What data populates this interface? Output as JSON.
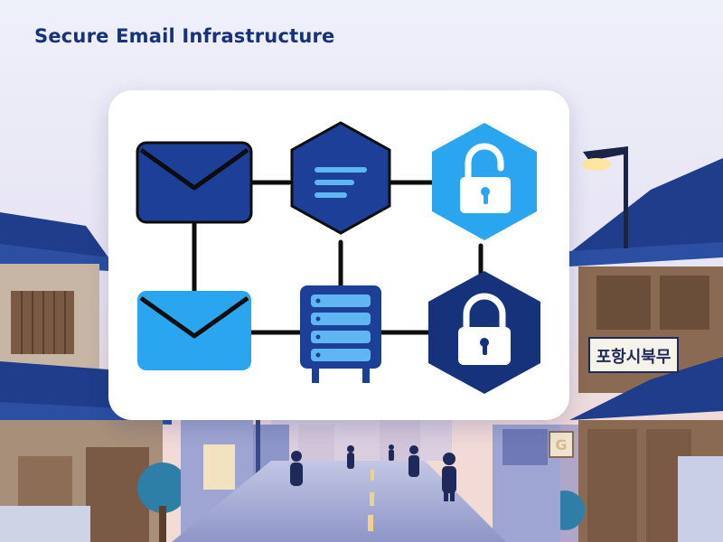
{
  "header": {
    "title": "Secure Email Infrastructure"
  },
  "street_sign": {
    "text": "포항시북무"
  },
  "shop_sign": {
    "letter": "G"
  },
  "diagram": {
    "nodes": [
      {
        "icon": "mail-envelope-icon",
        "color": "#1d3f97"
      },
      {
        "icon": "document-lines-icon",
        "color": "#1d3f97"
      },
      {
        "icon": "unlocked-padlock-icon",
        "color": "#29a6ef"
      },
      {
        "icon": "mail-envelope-icon",
        "color": "#29a6ef"
      },
      {
        "icon": "server-rack-icon",
        "color": "#1d3f97"
      },
      {
        "icon": "locked-padlock-icon",
        "color": "#15327a"
      }
    ]
  }
}
